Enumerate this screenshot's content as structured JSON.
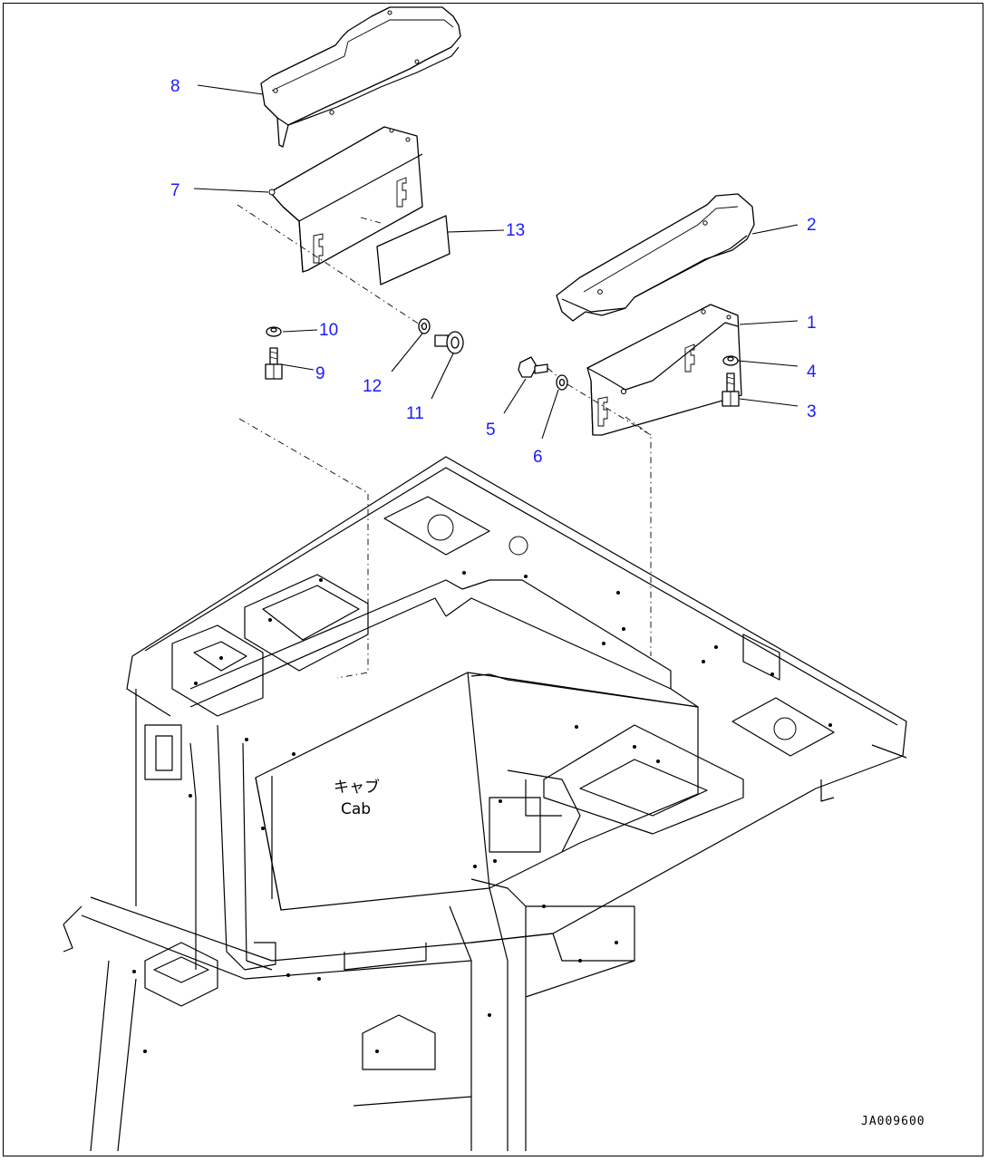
{
  "callouts": [
    {
      "num": "1"
    },
    {
      "num": "2"
    },
    {
      "num": "3"
    },
    {
      "num": "4"
    },
    {
      "num": "5"
    },
    {
      "num": "6"
    },
    {
      "num": "7"
    },
    {
      "num": "8"
    },
    {
      "num": "9"
    },
    {
      "num": "10"
    },
    {
      "num": "11"
    },
    {
      "num": "12"
    },
    {
      "num": "13"
    }
  ],
  "cab_label": {
    "jp": "キャブ",
    "en": "Cab"
  },
  "drawing_code": "JA009600",
  "colors": {
    "callout": "#1a1aff",
    "line": "#000000",
    "background": "#ffffff"
  }
}
